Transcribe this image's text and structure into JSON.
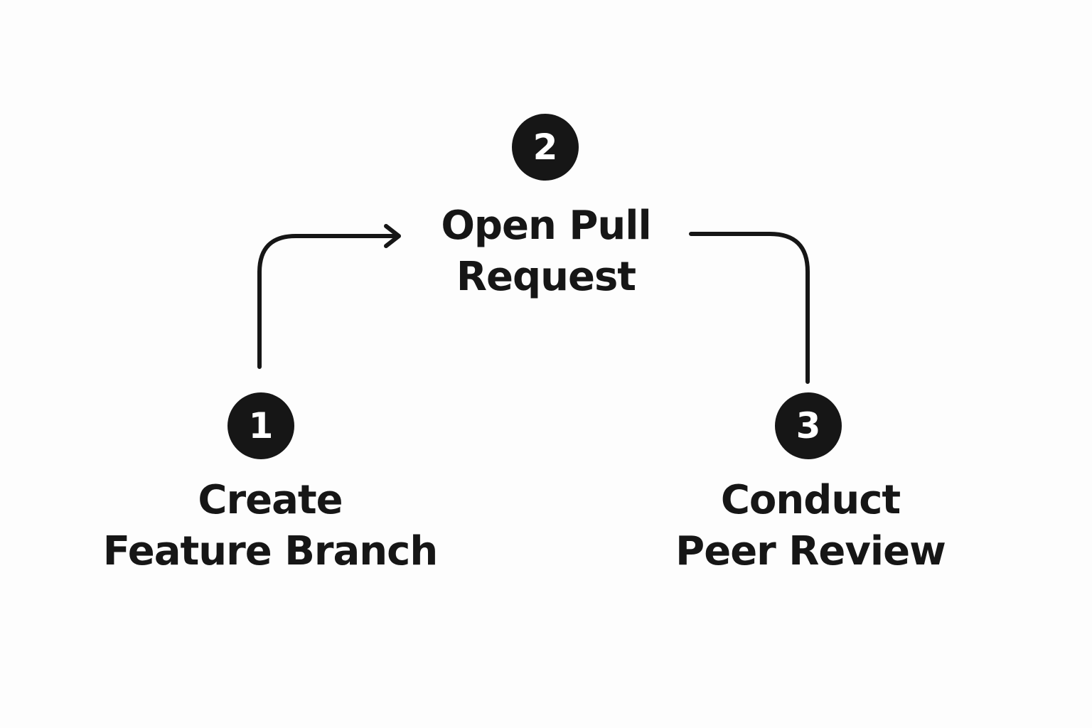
{
  "colors": {
    "background": "#fdfdfd",
    "ink": "#161616",
    "badge_text": "#ffffff"
  },
  "steps": [
    {
      "number": "1",
      "line1": "Create",
      "line2": "Feature Branch"
    },
    {
      "number": "2",
      "line1": "Open Pull",
      "line2": "Request"
    },
    {
      "number": "3",
      "line1": "Conduct",
      "line2": "Peer Review"
    }
  ],
  "connectors": [
    {
      "from": "1",
      "to": "2",
      "arrowhead": true
    },
    {
      "from": "2",
      "to": "3",
      "arrowhead": false
    }
  ]
}
